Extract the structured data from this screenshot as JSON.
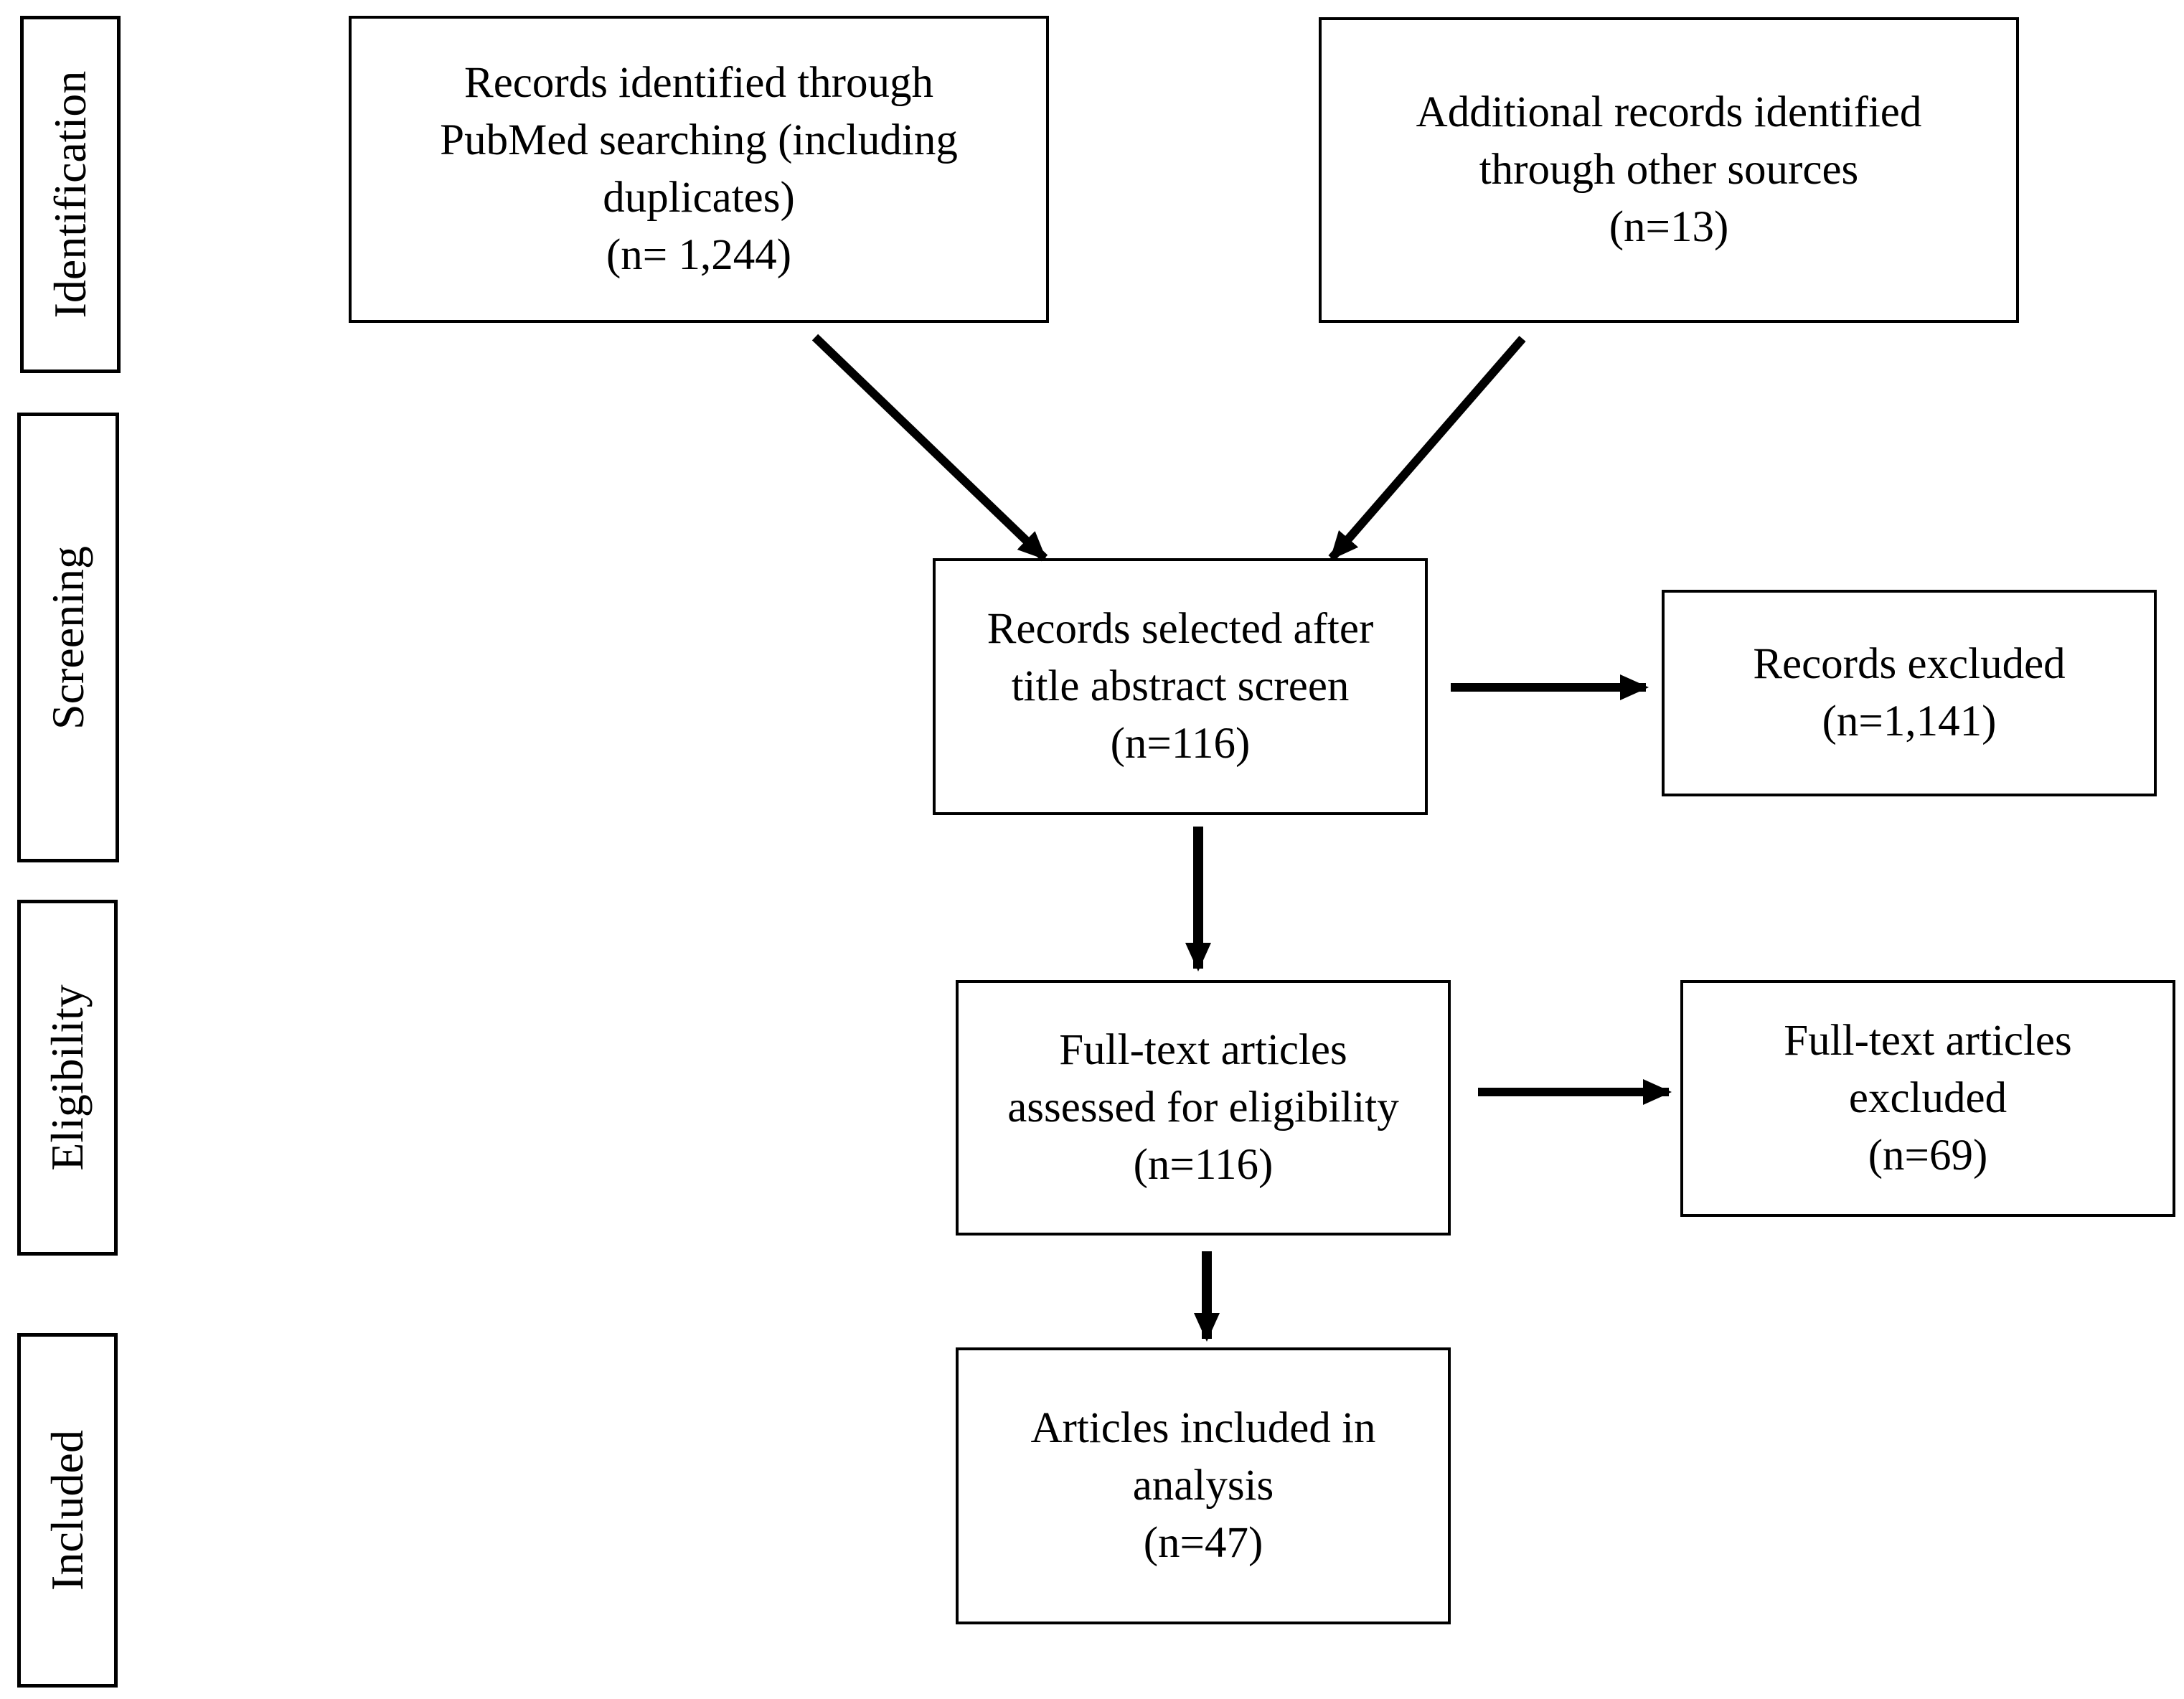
{
  "stages": {
    "identification": "Identification",
    "screening": "Screening",
    "eligibility": "Eligibility",
    "included": "Included"
  },
  "boxes": {
    "pubmed": {
      "lines": [
        "Records identified through",
        "PubMed searching (including",
        "duplicates)"
      ],
      "count": "(n= 1,244)"
    },
    "other_sources": {
      "lines": [
        "Additional records identified",
        "through other sources"
      ],
      "count": "(n=13)"
    },
    "title_abstract": {
      "lines": [
        "Records selected after",
        "title abstract screen"
      ],
      "count": "(n=116)"
    },
    "records_excluded": {
      "lines": [
        "Records excluded"
      ],
      "count": "(n=1,141)"
    },
    "full_text_assessed": {
      "lines": [
        "Full-text articles",
        "assessed for eligibility"
      ],
      "count": "(n=116)"
    },
    "full_text_excluded": {
      "lines": [
        "Full-text articles",
        "excluded"
      ],
      "count": "(n=69)"
    },
    "included_analysis": {
      "lines": [
        "Articles included in",
        "analysis"
      ],
      "count": "(n=47)"
    }
  },
  "colors": {
    "stroke": "#000000",
    "background": "#ffffff"
  }
}
